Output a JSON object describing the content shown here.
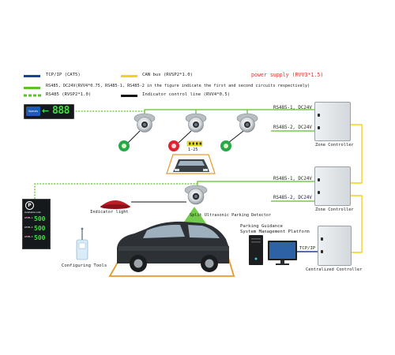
{
  "legend": {
    "tcpip": "TCP/IP (CAT5)",
    "canbus": "CAN bus (RVSP2*1.0)",
    "power_supply": "power supply (RVV3*1.5)",
    "rs485_desc": "RS485, DC24V(RVV4*0.75, RS485-1, RS485-2 in the figure indicate the first and second circuits respectively)",
    "rs485_dashed": "RS485 (RVSP2*1.0)",
    "indicator_line": "Indicator control line (RVV4*0.5)"
  },
  "display_top": {
    "value": "888",
    "arrow": "←",
    "logo": "Spaces"
  },
  "display_left": {
    "logo": "Available Lots",
    "rows": [
      {
        "level": "LEVEL 1",
        "value": "500"
      },
      {
        "level": "LEVEL 2",
        "value": "500"
      },
      {
        "level": "LEVEL 3",
        "value": "500"
      }
    ]
  },
  "labels": {
    "range": "1-25",
    "rs485_1_top": "RS485-1, DC24V",
    "rs485_2_top": "RS485-2, DC24V",
    "zone_controller_1": "Zone Controller",
    "rs485_1_mid": "RS485-1, DC24V",
    "rs485_2_mid": "RS485-2, DC24V",
    "zone_controller_2": "Zone Controller",
    "indicator_light": "Indicator light",
    "detector": "Split Ultrasonic Parking Detector",
    "configuring_tools": "Configuring Tools",
    "platform_line1": "Parking Guidance",
    "platform_line2": "System Management Platform",
    "tcpip": "TCP/IP",
    "centralized_controller": "Centralized Controller"
  },
  "colors": {
    "tcpip_blue": "#1f3f9a",
    "canbus_yellow": "#f4d21a",
    "rs485_green": "#5cc12a",
    "control_black": "#111111",
    "power_red": "#e4342a",
    "free_green": "#27a84a",
    "occupied_red": "#e0232e",
    "parking_orange": "#e69a2e"
  }
}
